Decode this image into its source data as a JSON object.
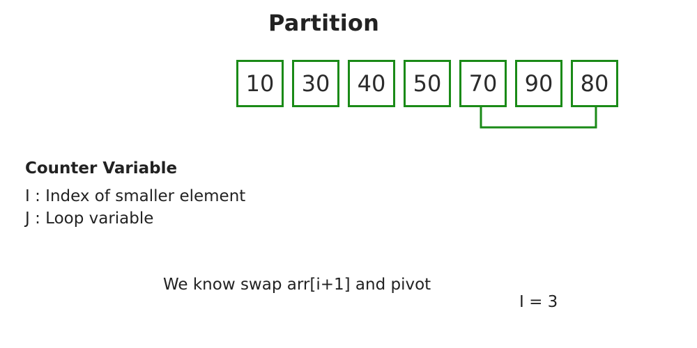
{
  "title": "Partition",
  "array": {
    "values": [
      "10",
      "30",
      "40",
      "50",
      "70",
      "90",
      "80"
    ],
    "highlight_color": "#1a8a17",
    "bracket": {
      "from_index": 4,
      "to_index": 6
    }
  },
  "legend": {
    "title": "Counter Variable",
    "lines": [
      "I : Index of smaller element",
      "J : Loop variable"
    ]
  },
  "note": "We know swap arr[i+1] and pivot",
  "counter_text": "I = 3"
}
